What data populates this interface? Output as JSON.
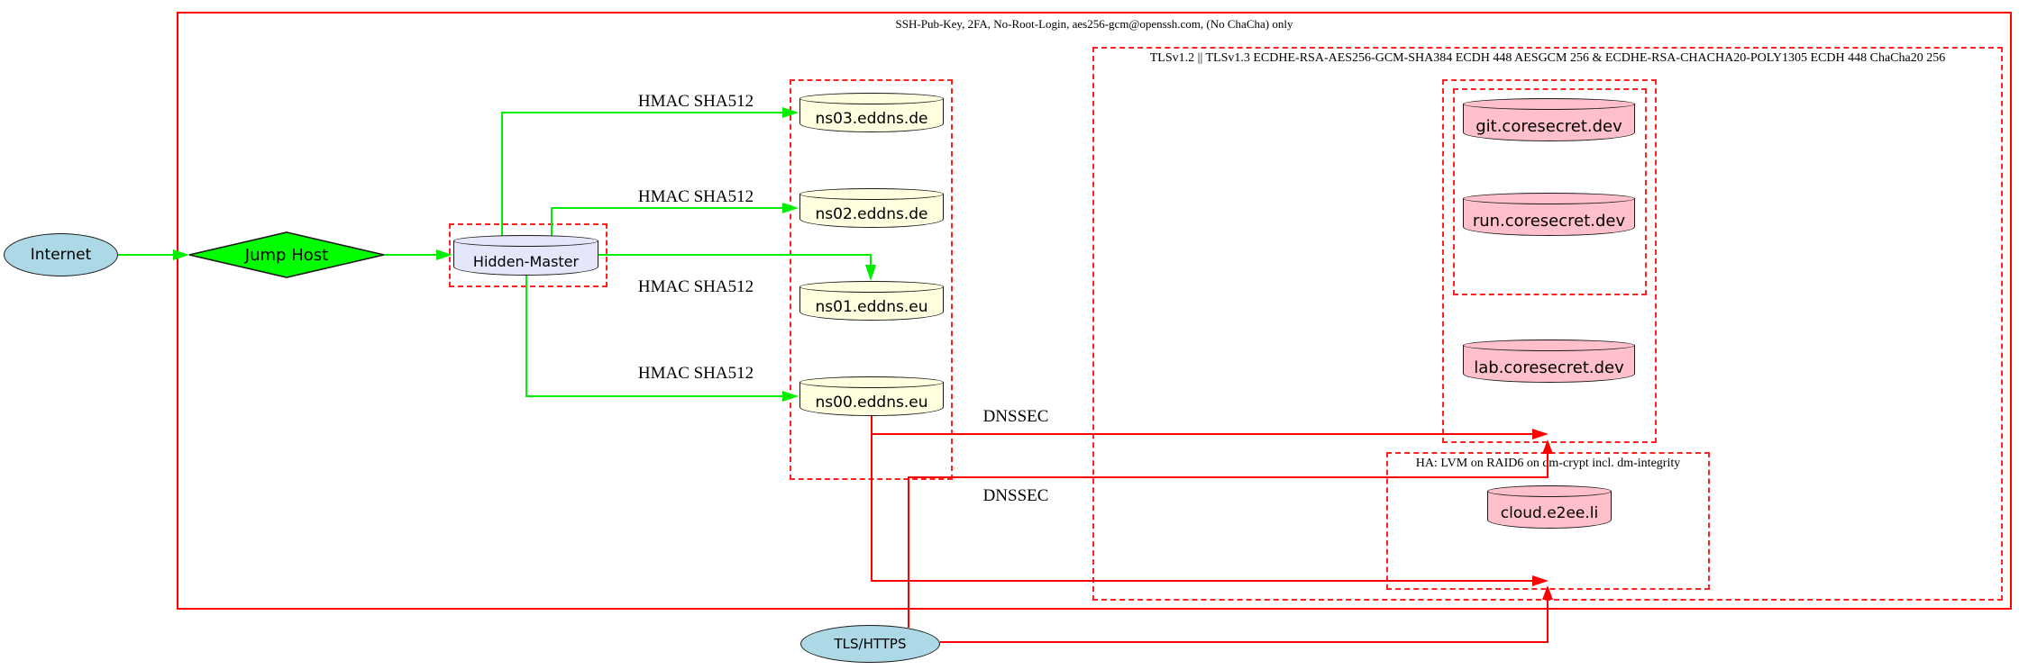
{
  "clusters": {
    "ssh": {
      "label": "SSH-Pub-Key, 2FA, No-Root-Login, aes256-gcm@openssh.com, (No ChaCha) only"
    },
    "tls": {
      "label": "TLSv1.2 || TLSv1.3 ECDHE-RSA-AES256-GCM-SHA384 ECDH 448 AESGCM 256 & ECDHE-RSA-CHACHA20-POLY1305 ECDH 448 ChaCha20 256"
    },
    "ha": {
      "label": "HA: LVM on RAID6 on dm-crypt incl. dm-integrity"
    }
  },
  "nodes": {
    "internet": {
      "label": "Internet",
      "shape": "ellipse",
      "fill": "#add8e6"
    },
    "jump_host": {
      "label": "Jump Host",
      "shape": "diamond",
      "fill": "#00ff00"
    },
    "hidden_master": {
      "label": "Hidden-Master",
      "shape": "cylinder",
      "fill": "#e6e6fa"
    },
    "ns03": {
      "label": "ns03.eddns.de",
      "shape": "cylinder",
      "fill": "#ffffe0"
    },
    "ns02": {
      "label": "ns02.eddns.de",
      "shape": "cylinder",
      "fill": "#ffffe0"
    },
    "ns01": {
      "label": "ns01.eddns.eu",
      "shape": "cylinder",
      "fill": "#ffffe0"
    },
    "ns00": {
      "label": "ns00.eddns.eu",
      "shape": "cylinder",
      "fill": "#ffffe0"
    },
    "git": {
      "label": "git.coresecret.dev",
      "shape": "cylinder",
      "fill": "#ffc0cb"
    },
    "run": {
      "label": "run.coresecret.dev",
      "shape": "cylinder",
      "fill": "#ffc0cb"
    },
    "lab": {
      "label": "lab.coresecret.dev",
      "shape": "cylinder",
      "fill": "#ffc0cb"
    },
    "cloud": {
      "label": "cloud.e2ee.li",
      "shape": "cylinder",
      "fill": "#ffc0cb"
    },
    "tls_https": {
      "label": "TLS/HTTPS",
      "shape": "ellipse",
      "fill": "#add8e6"
    }
  },
  "edge_labels": {
    "hmac": "HMAC SHA512",
    "dnssec": "DNSSEC"
  },
  "colors": {
    "secure_edge": "#00ee00",
    "crypto_edge": "#ff0000",
    "cluster_border": "#ff2222",
    "node_border": "#1a1a1a"
  }
}
